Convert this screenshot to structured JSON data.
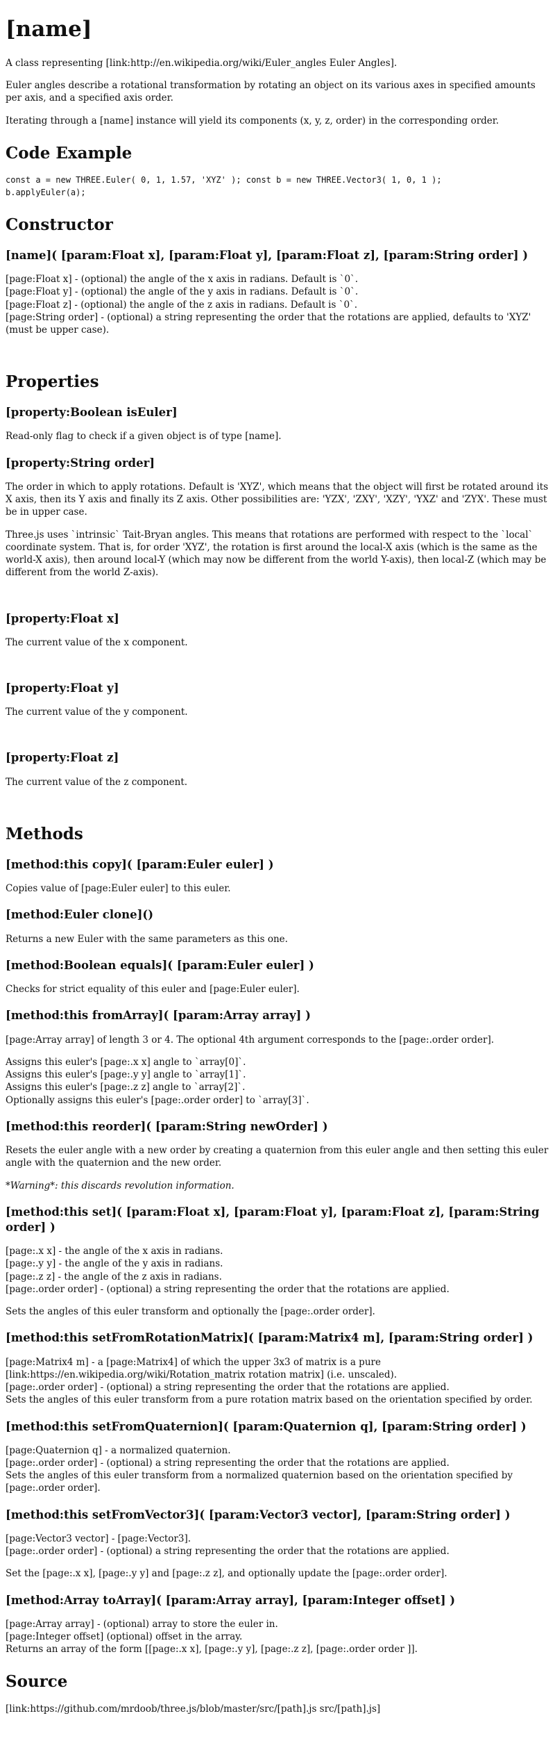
{
  "page": {
    "title": "[name]",
    "intro": [
      "A class representing [link:http://en.wikipedia.org/wiki/Euler_angles Euler Angles].",
      "Euler angles describe a rotational transformation by rotating an object on its various axes in specified amounts per axis, and a specified axis order.",
      "Iterating through a [name] instance will yield its components (x, y, z, order) in the corresponding order."
    ]
  },
  "code_example": {
    "heading": "Code Example",
    "code": "const a = new THREE.Euler( 0, 1, 1.57, 'XYZ' ); const b = new THREE.Vector3( 1, 0, 1 );\nb.applyEuler(a);"
  },
  "constructor": {
    "heading": "Constructor",
    "signature": "[name]( [param:Float x], [param:Float y], [param:Float z], [param:String order] )",
    "params": [
      "[page:Float x] - (optional) the angle of the x axis in radians. Default is `0`.",
      "[page:Float y] - (optional) the angle of the y axis in radians. Default is `0`.",
      "[page:Float z] - (optional) the angle of the z axis in radians. Default is `0`.",
      "[page:String order] - (optional) a string representing the order that the rotations are applied, defaults to 'XYZ' (must be upper case)."
    ]
  },
  "properties": {
    "heading": "Properties",
    "isEuler": {
      "title": "[property:Boolean isEuler]",
      "desc": "Read-only flag to check if a given object is of type [name]."
    },
    "order": {
      "title": "[property:String order]",
      "desc1": "The order in which to apply rotations. Default is 'XYZ', which means that the object will first be rotated around its X axis, then its Y axis and finally its Z axis. Other possibilities are: 'YZX', 'ZXY', 'XZY', 'YXZ' and 'ZYX'. These must be in upper case.",
      "desc2": "Three.js uses `intrinsic` Tait-Bryan angles. This means that rotations are performed with respect to the `local` coordinate system. That is, for order 'XYZ', the rotation is first around the local-X axis (which is the same as the world-X axis), then around local-Y (which may now be different from the world Y-axis), then local-Z (which may be different from the world Z-axis)."
    },
    "x": {
      "title": "[property:Float x]",
      "desc": "The current value of the x component."
    },
    "y": {
      "title": "[property:Float y]",
      "desc": "The current value of the y component."
    },
    "z": {
      "title": "[property:Float z]",
      "desc": "The current value of the z component."
    }
  },
  "methods": {
    "heading": "Methods",
    "copy": {
      "title": "[method:this copy]( [param:Euler euler] )",
      "desc": "Copies value of [page:Euler euler] to this euler."
    },
    "clone": {
      "title": "[method:Euler clone]()",
      "desc": "Returns a new Euler with the same parameters as this one."
    },
    "equals": {
      "title": "[method:Boolean equals]( [param:Euler euler] )",
      "desc": "Checks for strict equality of this euler and [page:Euler euler]."
    },
    "fromArray": {
      "title": "[method:this fromArray]( [param:Array array] )",
      "desc": "[page:Array array] of length 3 or 4. The optional 4th argument corresponds to the [page:.order order].",
      "lines": [
        "Assigns this euler's [page:.x x] angle to `array[0]`.",
        "Assigns this euler's [page:.y y] angle to `array[1]`.",
        "Assigns this euler's [page:.z z] angle to `array[2]`.",
        "Optionally assigns this euler's [page:.order order] to `array[3]`."
      ]
    },
    "reorder": {
      "title": "[method:this reorder]( [param:String newOrder] )",
      "desc": "Resets the euler angle with a new order by creating a quaternion from this euler angle and then setting this euler angle with the quaternion and the new order.",
      "warning": "*Warning*: this discards revolution information."
    },
    "set": {
      "title": "[method:this set]( [param:Float x], [param:Float y], [param:Float z], [param:String order] )",
      "lines": [
        "[page:.x x] - the angle of the x axis in radians.",
        "[page:.y y] - the angle of the y axis in radians.",
        "[page:.z z] - the angle of the z axis in radians.",
        "[page:.order order] - (optional) a string representing the order that the rotations are applied."
      ],
      "desc": "Sets the angles of this euler transform and optionally the [page:.order order]."
    },
    "setFromRotationMatrix": {
      "title": "[method:this setFromRotationMatrix]( [param:Matrix4 m], [param:String order] )",
      "lines": [
        "[page:Matrix4 m] - a [page:Matrix4] of which the upper 3x3 of matrix is a pure",
        "[link:https://en.wikipedia.org/wiki/Rotation_matrix rotation matrix] (i.e. unscaled).",
        "[page:.order order] - (optional) a string representing the order that the rotations are applied.",
        "Sets the angles of this euler transform from a pure rotation matrix based on the orientation specified by order."
      ]
    },
    "setFromQuaternion": {
      "title": "[method:this setFromQuaternion]( [param:Quaternion q], [param:String order] )",
      "lines": [
        "[page:Quaternion q] - a normalized quaternion.",
        "[page:.order order] - (optional) a string representing the order that the rotations are applied.",
        "Sets the angles of this euler transform from a normalized quaternion based on the orientation specified by [page:.order order]."
      ]
    },
    "setFromVector3": {
      "title": "[method:this setFromVector3]( [param:Vector3 vector], [param:String order] )",
      "lines": [
        "[page:Vector3 vector] - [page:Vector3].",
        "[page:.order order] - (optional) a string representing the order that the rotations are applied."
      ],
      "desc": "Set the [page:.x x], [page:.y y] and [page:.z z], and optionally update the [page:.order order]."
    },
    "toArray": {
      "title": "[method:Array toArray]( [param:Array array], [param:Integer offset] )",
      "lines": [
        "[page:Array array] - (optional) array to store the euler in.",
        "[page:Integer offset] (optional) offset in the array.",
        "Returns an array of the form [[page:.x x], [page:.y y], [page:.z z], [page:.order order ]]."
      ]
    }
  },
  "source": {
    "heading": "Source",
    "link": "[link:https://github.com/mrdoob/three.js/blob/master/src/[path].js src/[path].js]"
  }
}
